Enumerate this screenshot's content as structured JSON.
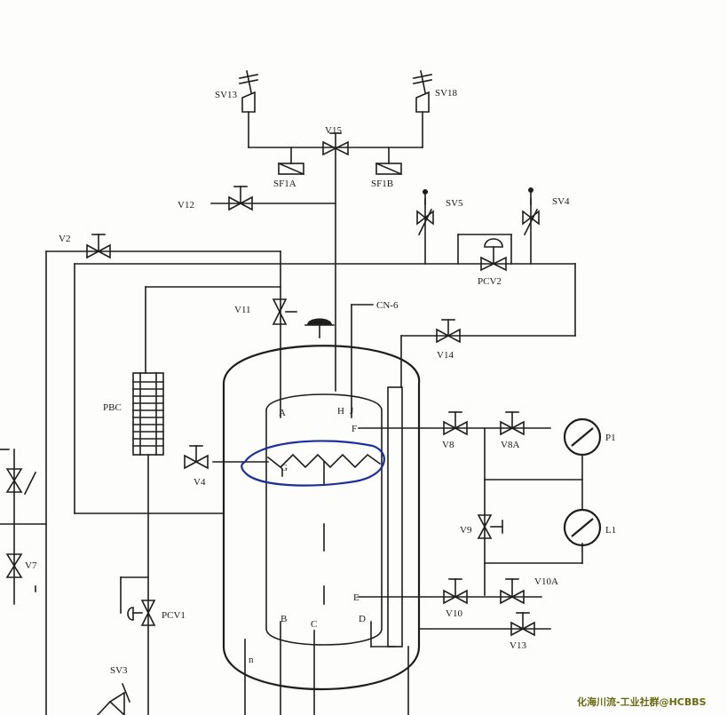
{
  "diagram": {
    "labels": {
      "sv13": "SV13",
      "sv18": "SV18",
      "v15": "V15",
      "sf1a": "SF1A",
      "sf1b": "SF1B",
      "v12": "V12",
      "sv5": "SV5",
      "sv4": "SV4",
      "v2": "V2",
      "pcv2": "PCV2",
      "v11": "V11",
      "cn": "CN-6",
      "v14": "V14",
      "pbc": "PBC",
      "tap_a": "A",
      "tap_h": "H",
      "tap_j": "J",
      "tap_f": "F",
      "tap_g": "G",
      "v8": "V8",
      "v8a": "V8A",
      "p1": "P1",
      "v4": "V4",
      "v9": "V9",
      "l1": "L1",
      "v7": "V7",
      "v10a": "V10A",
      "tap_e": "E",
      "v10": "V10",
      "pcv1": "PCV1",
      "tap_b": "B",
      "tap_c": "C",
      "tap_d": "D",
      "v13": "V13",
      "sv3": "SV3",
      "tap_n": "n"
    },
    "watermark": "化海川流-工业社群@HCBBS",
    "colors": {
      "line": "#1e1e1e",
      "annotation": "#1c2f9a",
      "watermark": "#6b6a12"
    }
  }
}
